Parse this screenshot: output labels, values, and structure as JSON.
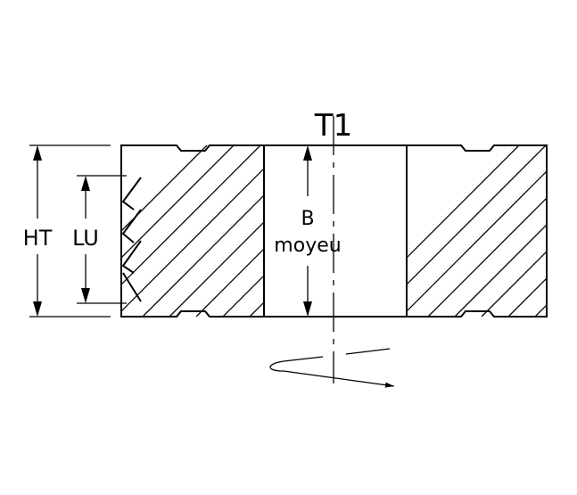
{
  "labels": {
    "tool": "T1",
    "total_height": "HT",
    "usable_length": "LU",
    "bore_top": "B",
    "bore_bottom": "moyeu"
  },
  "colors": {
    "ink": "#000000",
    "background": "#ffffff"
  }
}
